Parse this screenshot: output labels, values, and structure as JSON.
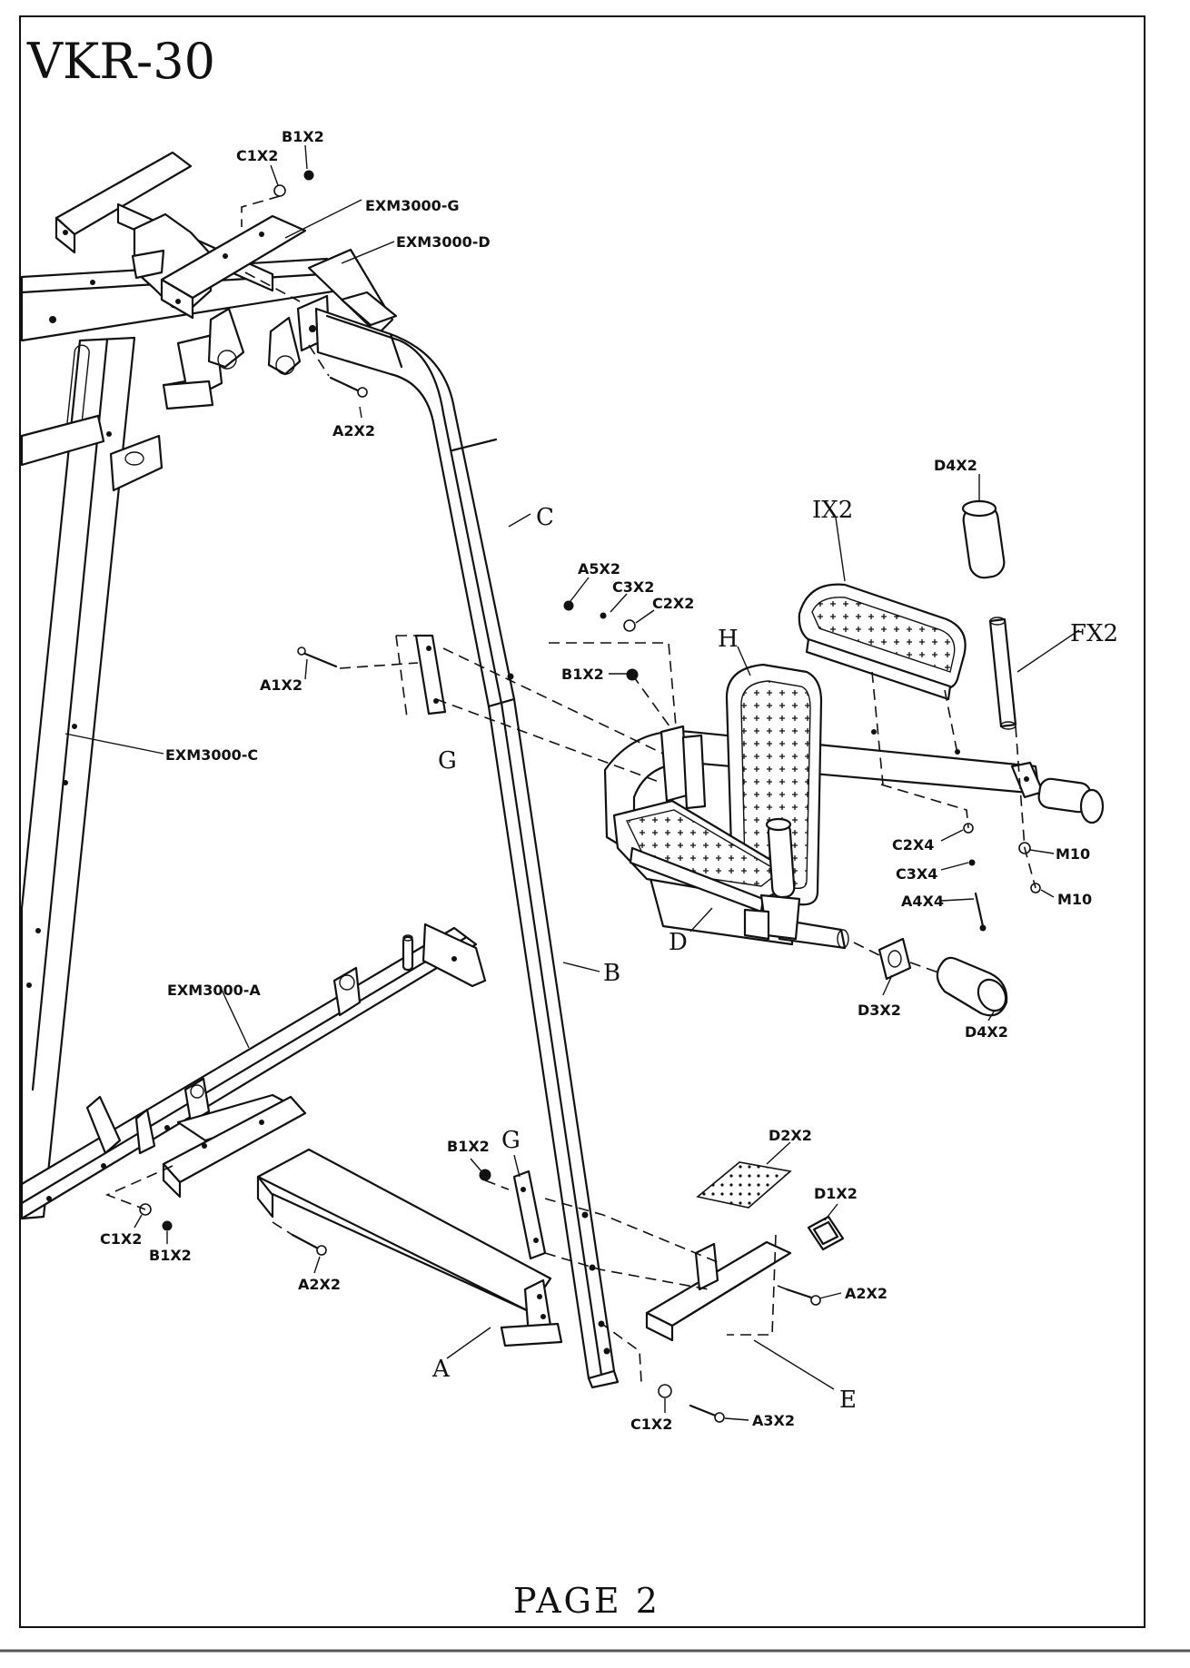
{
  "title": "VKR-30",
  "footer": "PAGE 2",
  "labels": {
    "c1x2_top": "C1X2",
    "b1x2_top": "B1X2",
    "exm3000_g": "EXM3000-G",
    "exm3000_d": "EXM3000-D",
    "a2x2_top": "A2X2",
    "c": "C",
    "a5x2": "A5X2",
    "c3x2": "C3X2",
    "c2x2": "C2X2",
    "b1x2_mid": "B1X2",
    "a1x2": "A1X2",
    "g_upper": "G",
    "exm3000_c": "EXM3000-C",
    "h": "H",
    "ix2": "IX2",
    "d4x2_top": "D4X2",
    "fx2": "FX2",
    "c2x4": "C2X4",
    "c3x4": "C3X4",
    "a4x4": "A4X4",
    "m10_a": "M10",
    "m10_b": "M10",
    "d": "D",
    "b": "B",
    "d3x2": "D3X2",
    "d4x2_bottom": "D4X2",
    "exm3000_a": "EXM3000-A",
    "b1x2_low": "B1X2",
    "g_lower": "G",
    "d2x2": "D2X2",
    "d1x2": "D1X2",
    "c1x2_left": "C1X2",
    "b1x2_left": "B1X2",
    "a2x2_left": "A2X2",
    "a2x2_right": "A2X2",
    "a": "A",
    "e": "E",
    "c1x2_bottom": "C1X2",
    "a3x2": "A3X2"
  }
}
